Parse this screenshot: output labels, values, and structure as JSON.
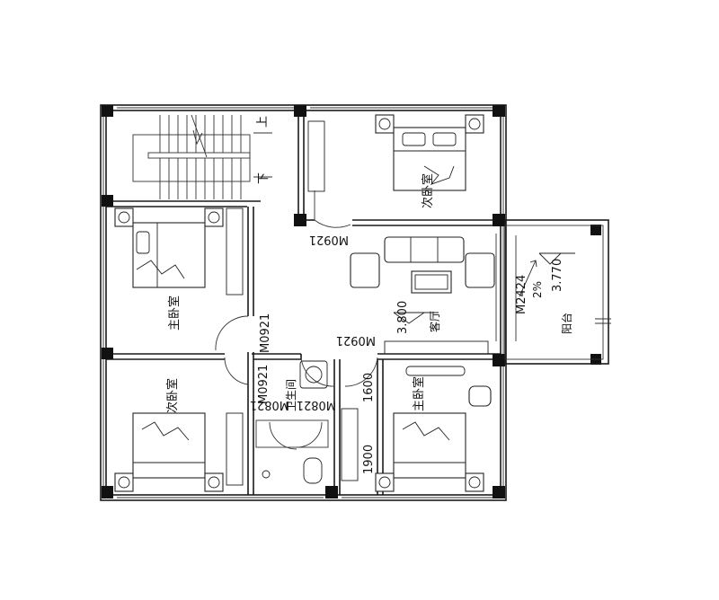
{
  "rooms": {
    "bedroom_top_right": "次卧室",
    "bedroom_left_mid": "主卧室",
    "bedroom_bottom_left": "次卧室",
    "bedroom_bottom_right": "主卧室",
    "living_room": "客厅",
    "bathroom": "卫生间",
    "balcony": "阳台"
  },
  "stairs": {
    "up_label": "上",
    "down_label": "下"
  },
  "doors": {
    "d1": "M0921",
    "d2": "M0921",
    "d3": "M0921",
    "d4": "M0921",
    "d5": "M0821",
    "d6": "M0821",
    "balcony_door": "M2424"
  },
  "dimensions": {
    "dim_1600": "1600",
    "dim_1900": "1900"
  },
  "levels": {
    "living_level": "3.800",
    "balcony_level": "3.770",
    "balcony_slope": "2%"
  }
}
